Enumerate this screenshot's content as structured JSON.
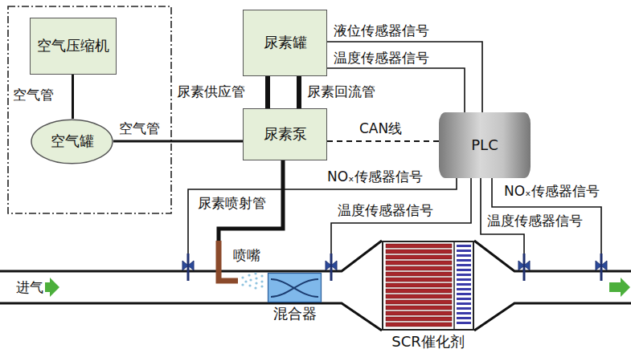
{
  "diagram": {
    "nodes": [
      {
        "text": [
          "空气压缩机"
        ]
      },
      {
        "text": [
          "空气罐"
        ]
      },
      {
        "text": [
          "尿素罐"
        ]
      },
      {
        "text": [
          "尿素泵"
        ]
      },
      {
        "text": [
          "PLC"
        ]
      },
      {
        "text": [
          "混合器"
        ]
      },
      {
        "text": [
          "SCR催化剂"
        ]
      }
    ],
    "edges": [
      {
        "from": 0,
        "to": 1,
        "label": "空气管",
        "arrow": "none"
      },
      {
        "from": 1,
        "to": 3,
        "label": "空气管",
        "arrow": "none"
      },
      {
        "from": 2,
        "to": 3,
        "label": "尿素供应管",
        "arrow": "none"
      },
      {
        "from": 3,
        "to": 2,
        "label": "尿素回流管",
        "arrow": "none"
      },
      {
        "from": 3,
        "to": 4,
        "label": "CAN线",
        "arrow": "none"
      },
      {
        "from": 2,
        "to": 4,
        "label": "液位传感器信号",
        "arrow": "none"
      },
      {
        "from": 2,
        "to": 4,
        "label": "温度传感器信号",
        "arrow": "none"
      }
    ],
    "labels": [
      "尿素喷射管",
      "NOₓ传感器信号",
      "温度传感器信号",
      "NOₓ传感器信号",
      "温度传感器信号",
      "喷嘴",
      "进气"
    ]
  }
}
